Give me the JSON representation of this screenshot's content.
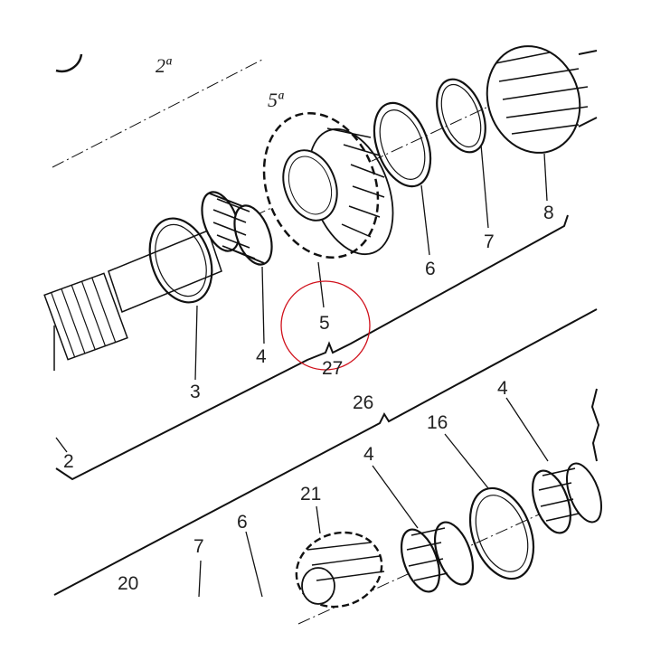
{
  "labels": {
    "l2": "2",
    "l3": "3",
    "l4a": "4",
    "l5": "5",
    "l6a": "6",
    "l7a": "7",
    "l8": "8",
    "l27": "27",
    "l26": "26",
    "l4b": "4",
    "l16": "16",
    "l4c": "4",
    "l21": "21",
    "l6b": "6",
    "l7b": "7",
    "l20": "20"
  },
  "gear_marks": {
    "second": "2ª",
    "fifth": "5ª"
  },
  "colors": {
    "ink": "#111111",
    "highlight": "#d0101b",
    "paper": "#ffffff"
  },
  "highlight_target": "5"
}
